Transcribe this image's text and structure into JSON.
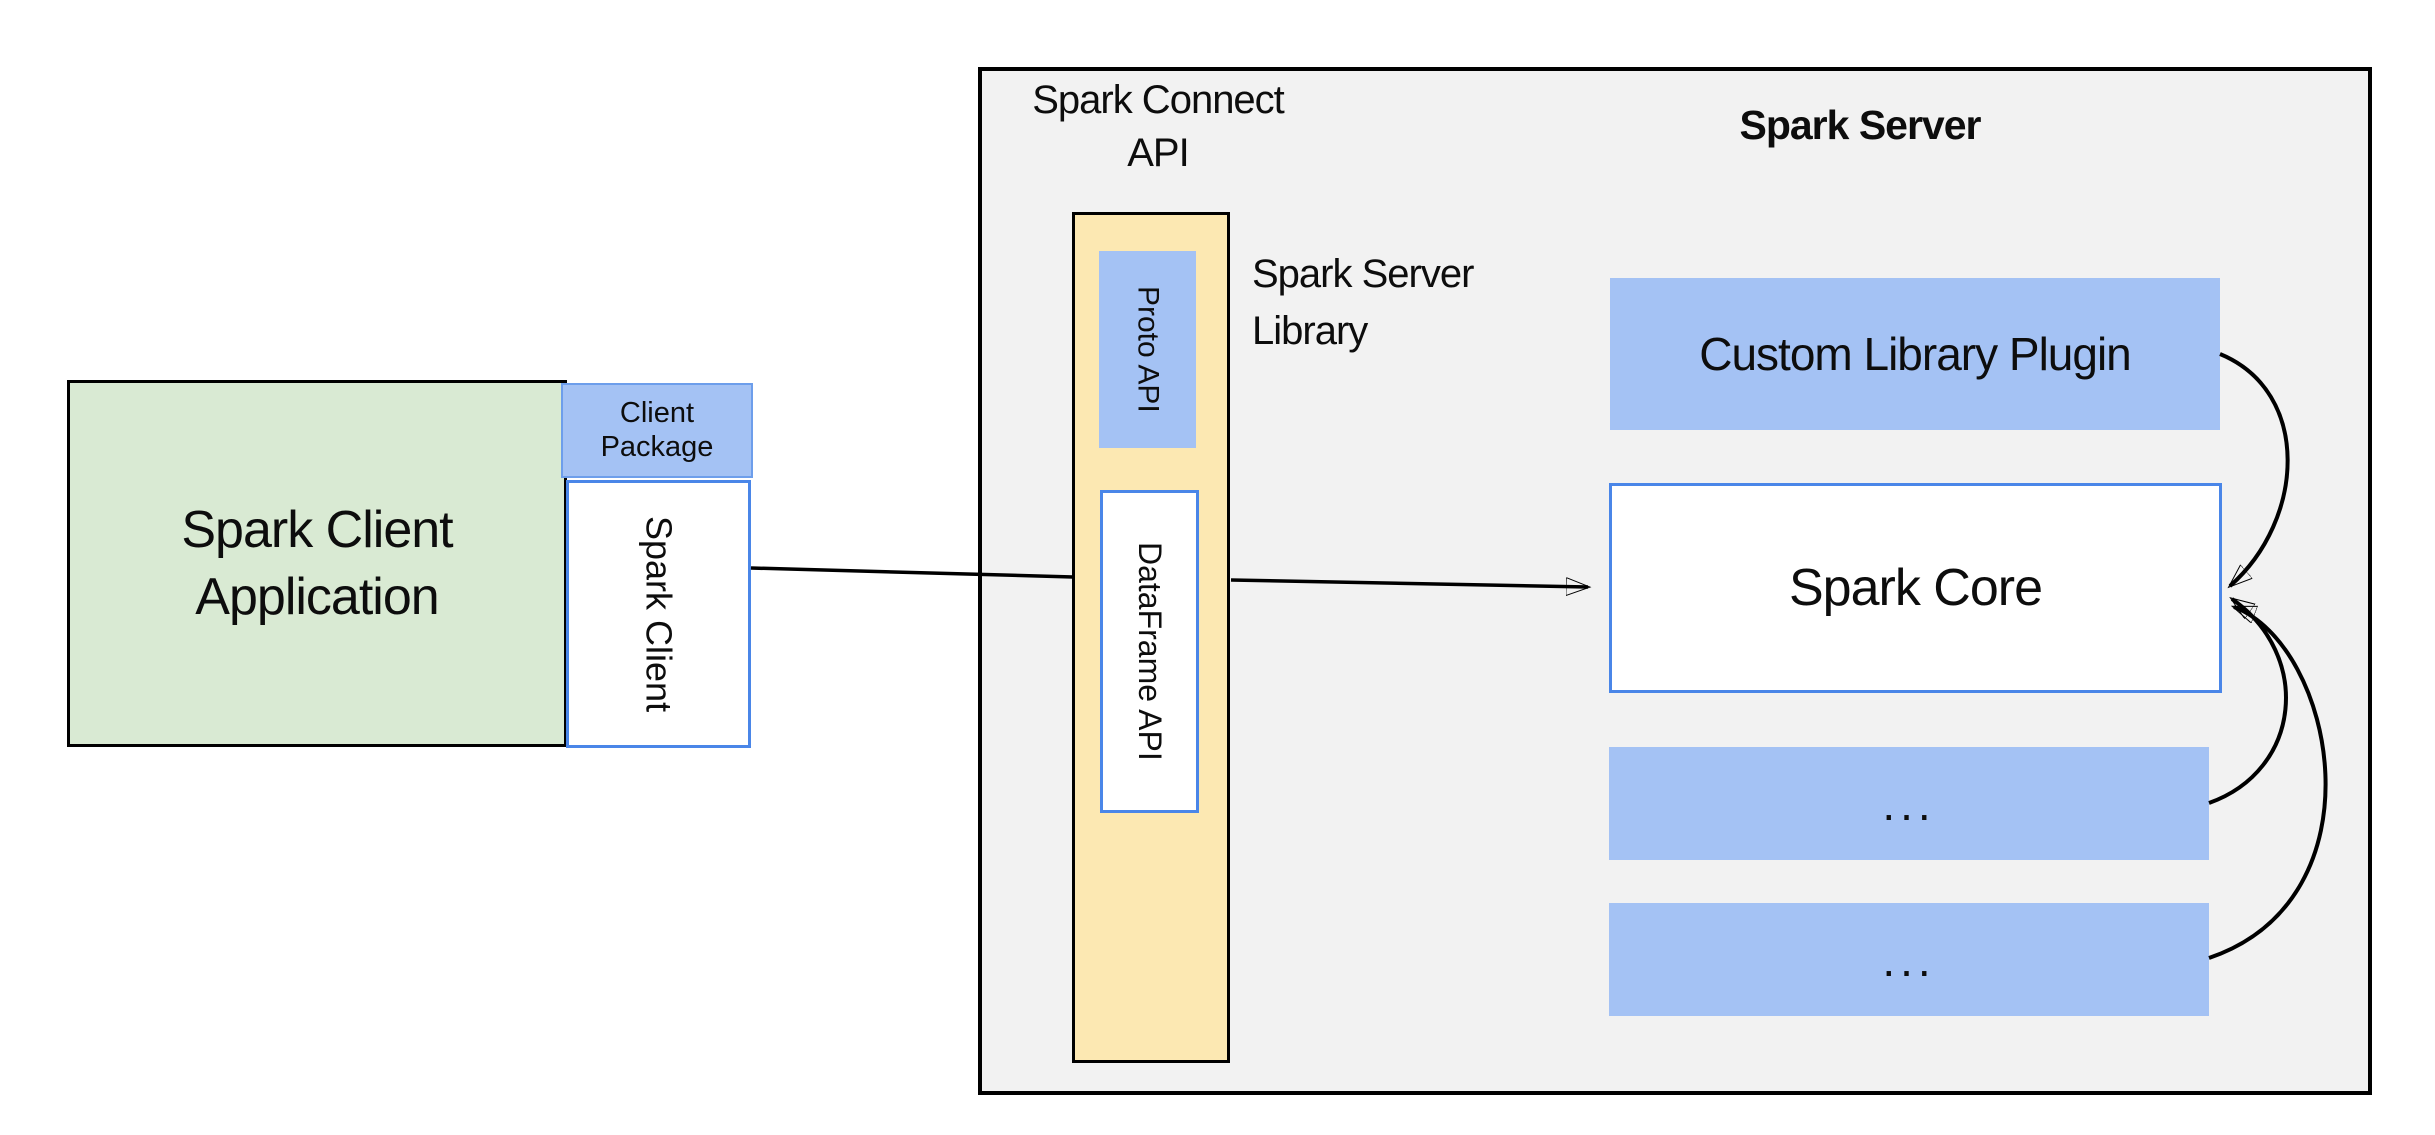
{
  "client": {
    "application_box": "Spark Client\nApplication",
    "package_box": "Client\nPackage",
    "spark_client_box": "Spark Client"
  },
  "middle": {
    "api_label": "Spark Connect\nAPI",
    "proto_box": "Proto API",
    "dataframe_box": "DataFrame API",
    "library_label": "Spark Server\nLibrary"
  },
  "server": {
    "title": "Spark Server",
    "plugin_box": "Custom Library Plugin",
    "core_box": "Spark Core",
    "more_box_1": "...",
    "more_box_2": "..."
  },
  "colors": {
    "bg": "#ffffff",
    "panel-gray": "#f2f2f2",
    "box-green": "#d9ead3",
    "box-blue": "#a4c2f4",
    "box-yellow": "#fce8b2",
    "border-blue": "#4a86e8",
    "border-black": "#000000",
    "text": "#0d0d0d",
    "arrow": "#000000"
  }
}
